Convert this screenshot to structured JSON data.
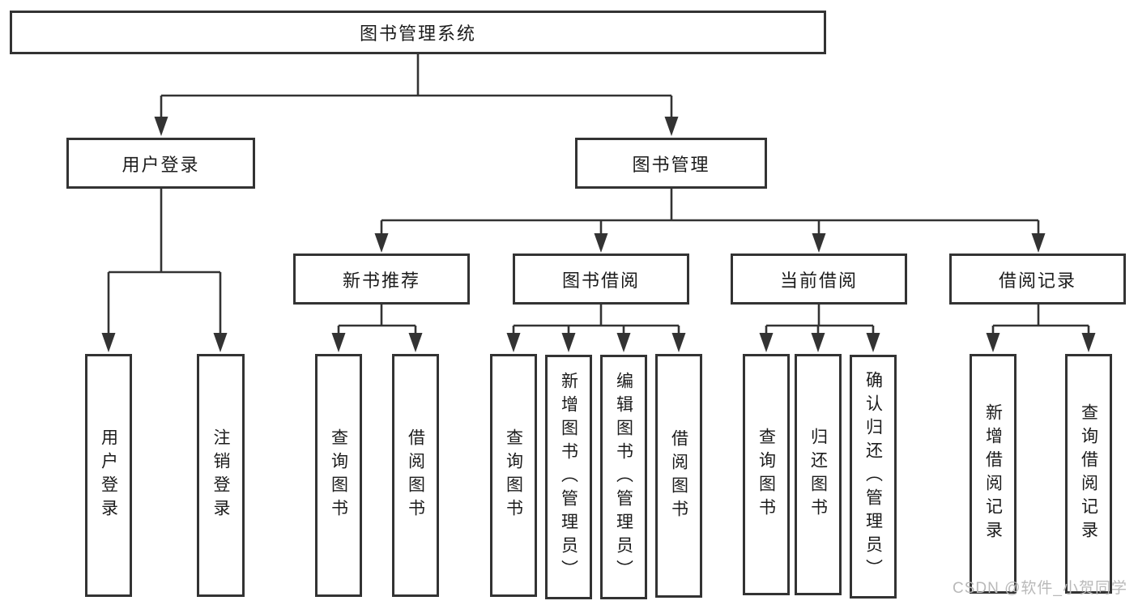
{
  "tree": {
    "root": {
      "label": "图书管理系统"
    },
    "children": [
      {
        "label": "用户登录",
        "children": [
          {
            "label": "用户登录"
          },
          {
            "label": "注销登录"
          }
        ]
      },
      {
        "label": "图书管理",
        "children": [
          {
            "label": "新书推荐",
            "children": [
              {
                "label": "查询图书"
              },
              {
                "label": "借阅图书"
              }
            ]
          },
          {
            "label": "图书借阅",
            "children": [
              {
                "label": "查询图书"
              },
              {
                "label": "新增图书（管理员）"
              },
              {
                "label": "编辑图书（管理员）"
              },
              {
                "label": "借阅图书"
              }
            ]
          },
          {
            "label": "当前借阅",
            "children": [
              {
                "label": "查询图书"
              },
              {
                "label": "归还图书"
              },
              {
                "label": "确认归还（管理员）"
              }
            ]
          },
          {
            "label": "借阅记录",
            "children": [
              {
                "label": "新增借阅记录"
              },
              {
                "label": "查询借阅记录"
              }
            ]
          }
        ]
      }
    ]
  },
  "watermark": "CSDN @软件_小贺同学",
  "colors": {
    "line": "#333333",
    "text": "#1c1c1c",
    "background": "#ffffff",
    "watermark": "#b9b9b9"
  }
}
